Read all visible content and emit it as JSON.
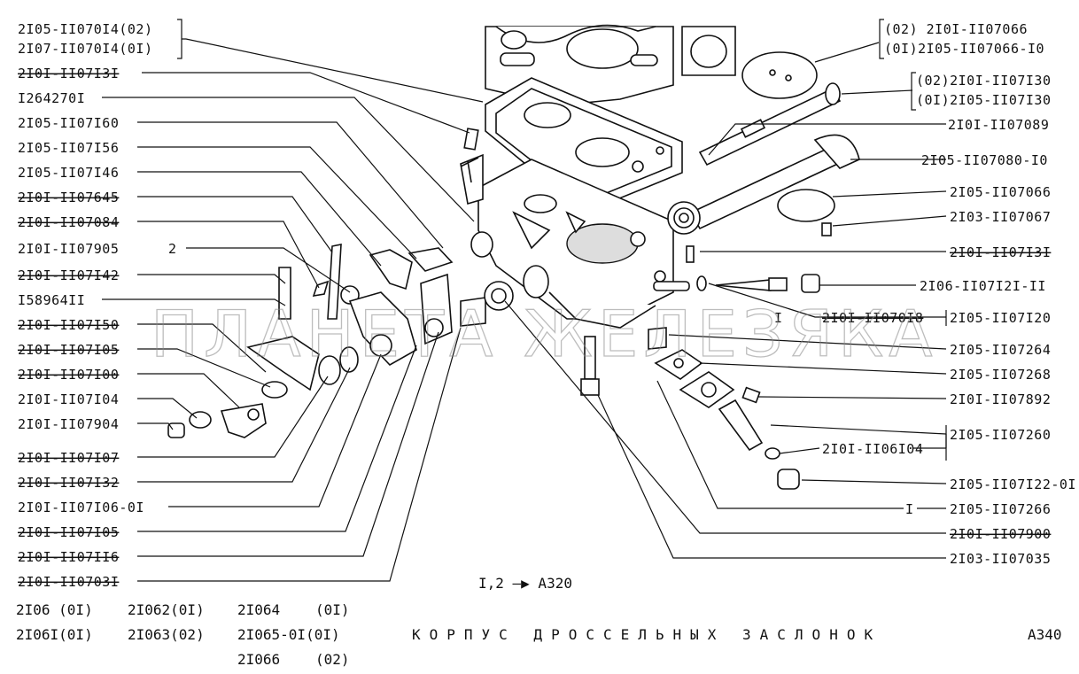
{
  "left_labels": [
    "2I05-II070I4(02)",
    "2I07-II070I4(0I)",
    "2I0I-II07I3I",
    "I264270I",
    "2I05-II07I60",
    "2I05-II07I56",
    "2I05-II07I46",
    "2I0I-II07645",
    "2I0I-II07084",
    "2I0I-II07905",
    "2I0I-II07I42",
    "I58964II",
    "2I0I-II07I50",
    "2I0I-II07I05",
    "2I0I-II07I00",
    "2I0I-II07I04",
    "2I0I-II07904",
    "2I0I-II07I07",
    "2I0I-II07I32",
    "2I0I-II07I06-0I",
    "2I0I-II07I05",
    "2I0I-II07II6",
    "2I0I-II0703I"
  ],
  "callout_2": "2",
  "callout_1": "I",
  "right_labels": [
    "(02)  2I0I-II07066",
    "(0I)2I05-II07066-I0",
    "(02)2I0I-II07I30",
    "(0I)2I05-II07I30",
    "2I0I-II07089",
    "2I05-II07080-I0",
    "2I05-II07066",
    "2I03-II07067",
    "2I0I-II07I3I",
    "2I06-II07I2I-II",
    "2I0I-II070I8",
    "2I05-II07I20",
    "2I05-II07264",
    "2I05-II07268",
    "2I0I-II07892",
    "2I05-II07260",
    "2I0I-II06I04",
    "2I05-II07I22-0I",
    "2I05-II07266",
    "2I0I-II07900",
    "2I03-II07035"
  ],
  "ref_note": "I,2 —▶ A320",
  "models": [
    "2I06 (0I)",
    "2I062(0I)",
    "2I064",
    "(0I)",
    "2I06I(0I)",
    "2I063(02)",
    "2I065-0I(0I)",
    "2I066",
    "(02)"
  ],
  "title": "КОРПУС ДРОССЕЛЬНЫХ ЗАСЛОНОК",
  "page_code": "A340",
  "watermark": "ПЛАНЕТА ЖЕЛЕЗЯКА"
}
